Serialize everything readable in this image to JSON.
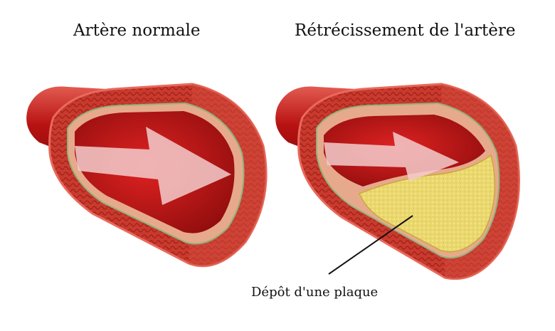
{
  "titles": {
    "normal": "Artère normale",
    "narrowed": "Rétrécissement de l'artère"
  },
  "annotation": {
    "plaque": "Dépôt d'une plaque"
  },
  "colors": {
    "wall_outer": "#d9463a",
    "wall_inner": "#b52a1f",
    "lumen": "#c41616",
    "tube": "#b81212",
    "plaque": "#e9d66a",
    "arrow": "#f2c9c9"
  }
}
